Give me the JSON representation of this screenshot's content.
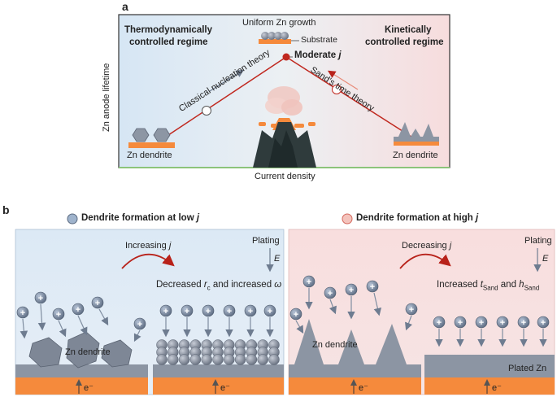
{
  "panel_a": {
    "letter": "a",
    "left_regime_line1": "Thermodynamically",
    "left_regime_line2": "controlled regime",
    "right_regime_line1": "Kinetically",
    "right_regime_line2": "controlled regime",
    "top_label": "Uniform Zn growth",
    "substrate_label": "Substrate",
    "peak_label_prefix": "Moderate ",
    "peak_label_var": "j",
    "left_theory": "Classical nucleation theory",
    "right_theory": "Sand's time theory",
    "left_dendrite": "Zn dendrite",
    "right_dendrite": "Zn dendrite",
    "y_axis": "Zn anode lifetime",
    "x_axis": "Current density"
  },
  "panel_b": {
    "letter": "b",
    "left_header_prefix": "Dendrite formation at low ",
    "left_header_var": "j",
    "right_header_prefix": "Dendrite formation at high ",
    "right_header_var": "j",
    "left": {
      "arrow_label_prefix": "Increasing ",
      "arrow_label_var": "j",
      "plating": "Plating",
      "field": "E",
      "result_a": "Decreased ",
      "result_r": "r",
      "result_rsub": "c",
      "result_b": " and increased ",
      "result_w": "ω",
      "dendrite": "Zn dendrite",
      "ion": "+",
      "electron": "e⁻"
    },
    "right": {
      "arrow_label_prefix": "Decreasing ",
      "arrow_label_var": "j",
      "plating": "Plating",
      "field": "E",
      "result_a": "Increased ",
      "result_t": "t",
      "result_tsub": "Sand",
      "result_b": " and ",
      "result_h": "h",
      "result_hsub": "Sand",
      "dendrite": "Zn dendrite",
      "plated": "Plated Zn",
      "ion": "+",
      "electron": "e⁻"
    }
  },
  "colors": {
    "cool_bg": "#deeaf5",
    "warm_bg": "#f7dfe0",
    "orange": "#f58a3c",
    "ion": "#6f7f94",
    "zn": "#7e8796",
    "red": "#c0281f"
  }
}
